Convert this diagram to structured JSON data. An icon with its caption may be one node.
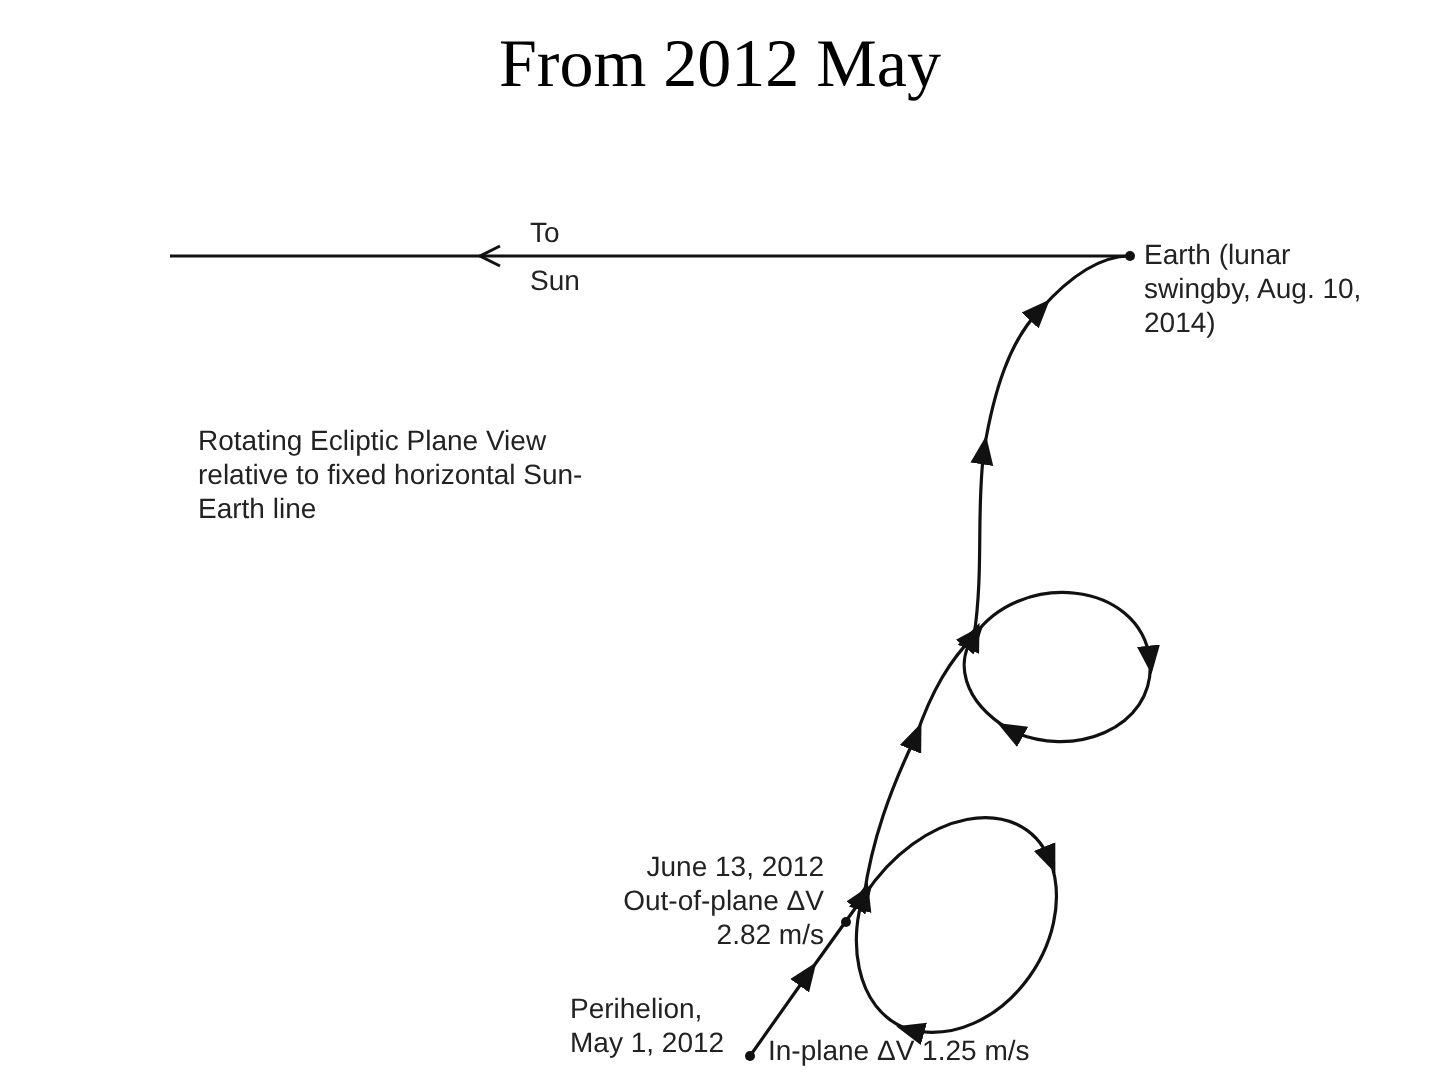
{
  "diagram": {
    "title": "From 2012 May",
    "labels": [
      "To Sun",
      "Earth (lunar swingby, Aug. 10, 2014)",
      "Rotating Ecliptic Plane View relative to fixed horizontal Sun-Earth line",
      "June 13, 2012 Out-of-plane ΔV 2.82 m/s",
      "Perihelion, May 1, 2012",
      "In-plane ΔV 1.25 m/s"
    ]
  }
}
